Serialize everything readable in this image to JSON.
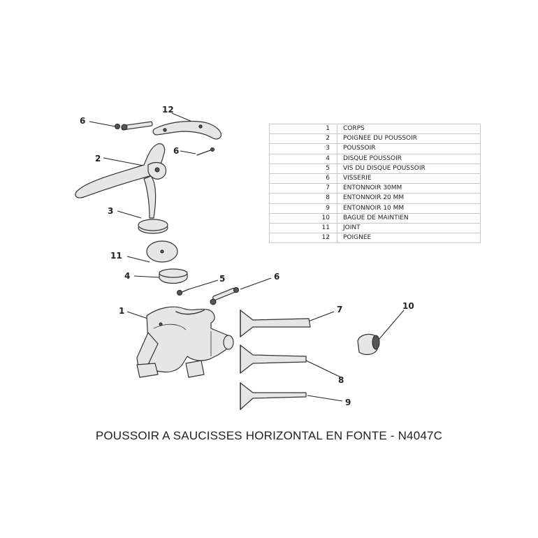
{
  "callouts": {
    "c6a": "6",
    "c12": "12",
    "c2": "2",
    "c6b": "6",
    "c3": "3",
    "c11": "11",
    "c4": "4",
    "c5": "5",
    "c6c": "6",
    "c1": "1",
    "c7": "7",
    "c10": "10",
    "c8": "8",
    "c9": "9"
  },
  "parts_table": {
    "rows": [
      {
        "num": "1",
        "name": "CORPS"
      },
      {
        "num": "2",
        "name": "POIGNEE DU POUSSOIR"
      },
      {
        "num": "3",
        "name": "POUSSOIR"
      },
      {
        "num": "4",
        "name": "DISQUE POUSSOIR"
      },
      {
        "num": "5",
        "name": "VIS DU DISQUE POUSSOIR"
      },
      {
        "num": "6",
        "name": "VISSERIE"
      },
      {
        "num": "7",
        "name": "ENTONNOIR 30MM"
      },
      {
        "num": "8",
        "name": "ENTONNOIR 20 MM"
      },
      {
        "num": "9",
        "name": "ENTONNOIR 10 MM"
      },
      {
        "num": "10",
        "name": "BAGUE DE MAINTIEN"
      },
      {
        "num": "11",
        "name": "JOINT"
      },
      {
        "num": "12",
        "name": "POIGNEE"
      }
    ]
  },
  "caption": "POUSSOIR A SAUCISSES HORIZONTAL EN FONTE  - N4047C"
}
